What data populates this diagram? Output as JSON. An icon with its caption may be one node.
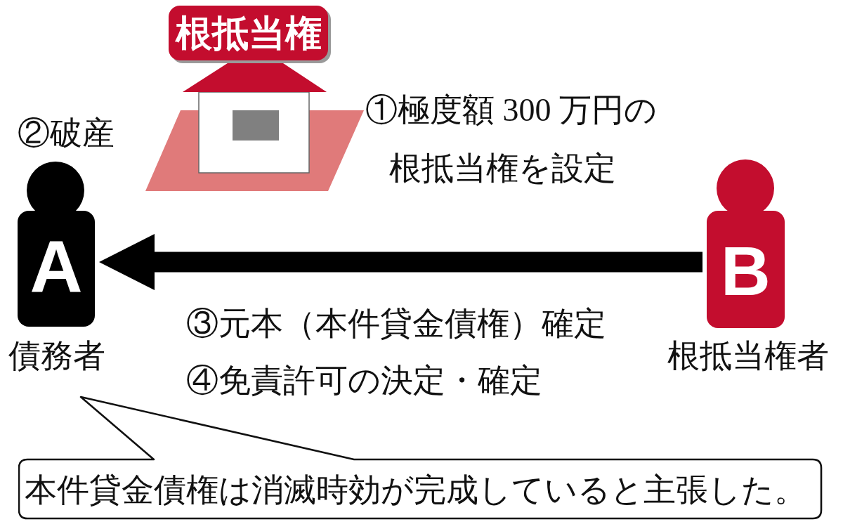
{
  "diagram": {
    "nodes": [
      {
        "text": [
          "根抵当権"
        ]
      },
      {
        "text": [
          "A"
        ],
        "beside": [
          "②破産",
          "債務者"
        ]
      },
      {
        "text": [
          "B"
        ],
        "beside": [
          "根抵当権者"
        ]
      },
      {
        "text": [
          "本件貸金債権は消滅時効が完成していると主張した。"
        ]
      }
    ],
    "edges": [
      {
        "from": 2,
        "to": 1,
        "arrow": "to"
      }
    ],
    "labels": [
      "①極度額 300 万円の根抵当権を設定",
      "③元本（本件貸金債権）確定",
      "④免責許可の決定・確定"
    ]
  }
}
